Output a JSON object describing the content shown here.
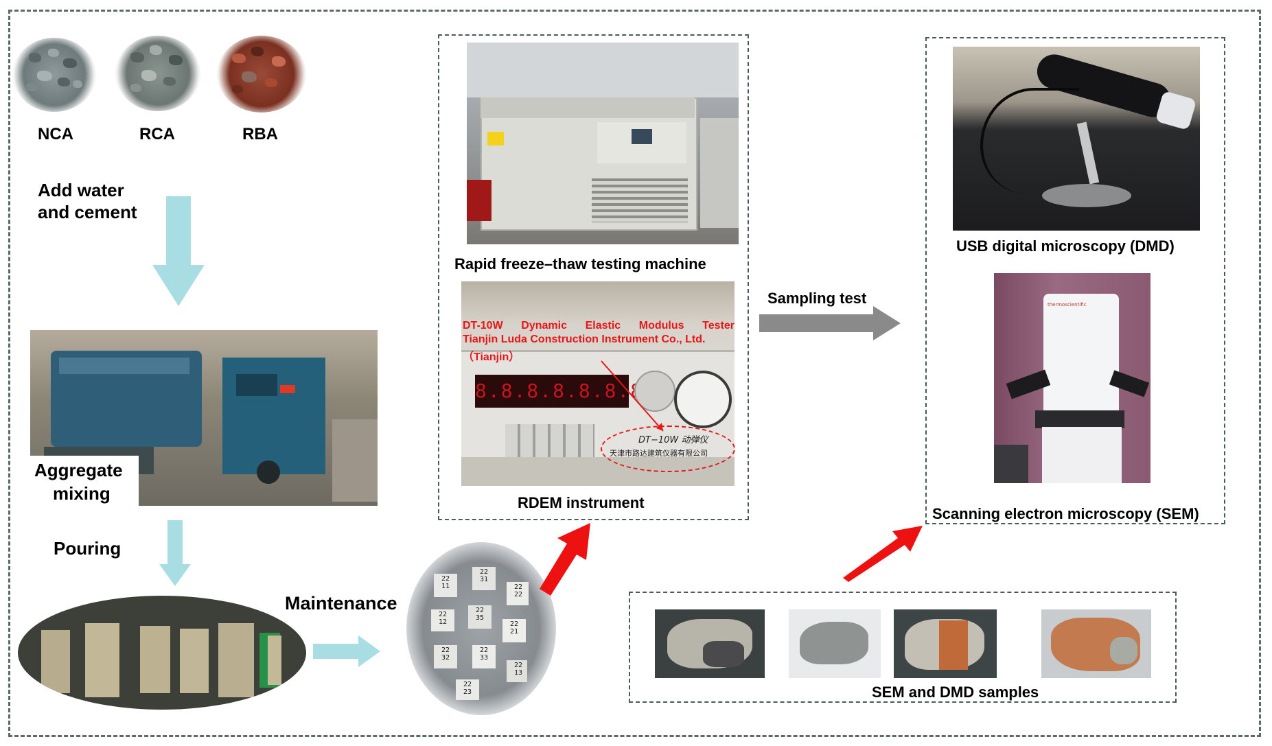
{
  "aggregates": {
    "nca": "NCA",
    "rca": "RCA",
    "rba": "RBA"
  },
  "steps": {
    "add_water_line1": "Add water",
    "add_water_line2": "and cement",
    "aggregate_mixing_line1": "Aggregate",
    "aggregate_mixing_line2": "mixing",
    "pouring": "Pouring",
    "maintenance": "Maintenance"
  },
  "instruments": {
    "freeze_thaw": "Rapid freeze–thaw testing machine",
    "rdem": "RDEM instrument",
    "rdem_annotation_line1": "DT-10W  Dynamic  Elastic  Modulus  Tester",
    "rdem_annotation_line2": "Tianjin Luda Construction Instrument Co., Ltd.",
    "rdem_annotation_line3": "（Tianjin）",
    "rdem_plate_line1": "DT−10W 动弹仪",
    "rdem_plate_line2": "天津市路达建筑仪器有限公司",
    "rdem_display": "8.8.8.8.8.8.8.8"
  },
  "sampling": {
    "label": "Sampling test"
  },
  "microscopy": {
    "dmd": "USB digital microscopy (DMD)",
    "sem": "Scanning electron microscopy (SEM)",
    "sem_brand": "thermoscientific"
  },
  "samples": {
    "label": "SEM and DMD samples"
  },
  "specimen_tags": [
    "22\n11",
    "22\n31",
    "22\n22",
    "22\n12",
    "22\n35",
    "22\n21",
    "22\n32",
    "22\n33",
    "22\n13",
    "22\n23"
  ],
  "colors": {
    "flow_arrow": "#a8dde3",
    "red_arrow": "#ee1111",
    "gray_arrow": "#8a8a8a",
    "annotation_red": "#e81616",
    "frame": "#5a6a68"
  }
}
